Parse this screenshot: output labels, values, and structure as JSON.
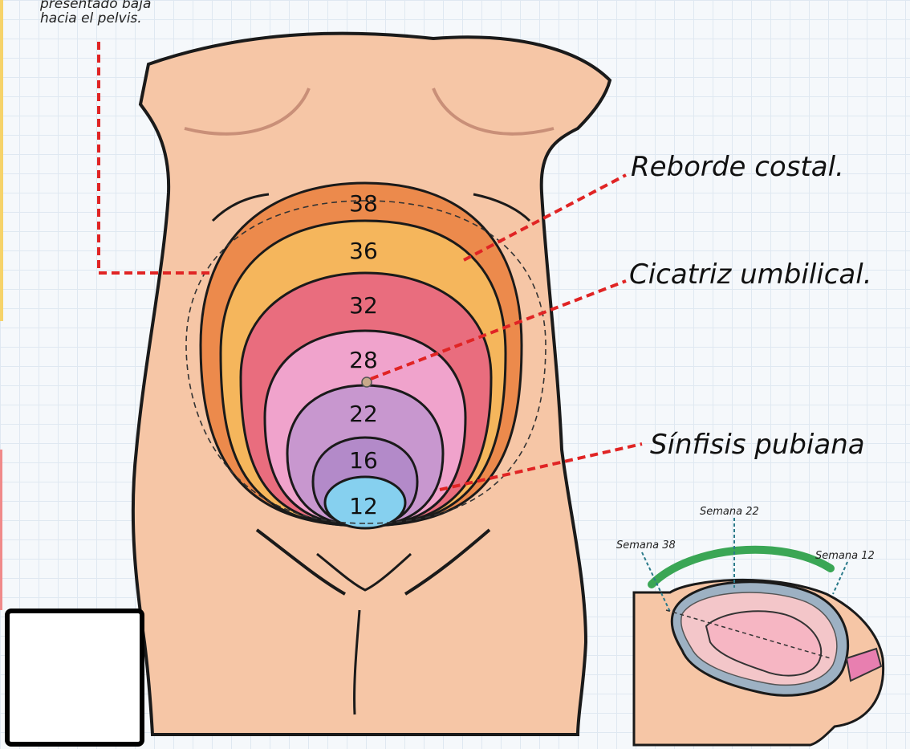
{
  "caption": {
    "line1": "presentado baja",
    "line2": "hacia el pelvis."
  },
  "labels": {
    "costal": "Reborde  costal.",
    "umbilical": "Cicatriz umbilical.",
    "pubic": "Sínfisis pubiana"
  },
  "weeks": [
    "38",
    "36",
    "32",
    "28",
    "22",
    "16",
    "12"
  ],
  "inset": {
    "week22": "Semana 22",
    "week38": "Semana 38",
    "week12": "Semana 12"
  },
  "colors": {
    "skin": "#f6c6a6",
    "w38": "#ec8a4c",
    "w36": "#f5b65c",
    "w32": "#e96d7e",
    "w28": "#f0a3cc",
    "w22": "#c897cf",
    "w16": "#b38ac9",
    "w12": "#86d0ef",
    "leader": "#e02424",
    "arc": "#3aa655"
  }
}
